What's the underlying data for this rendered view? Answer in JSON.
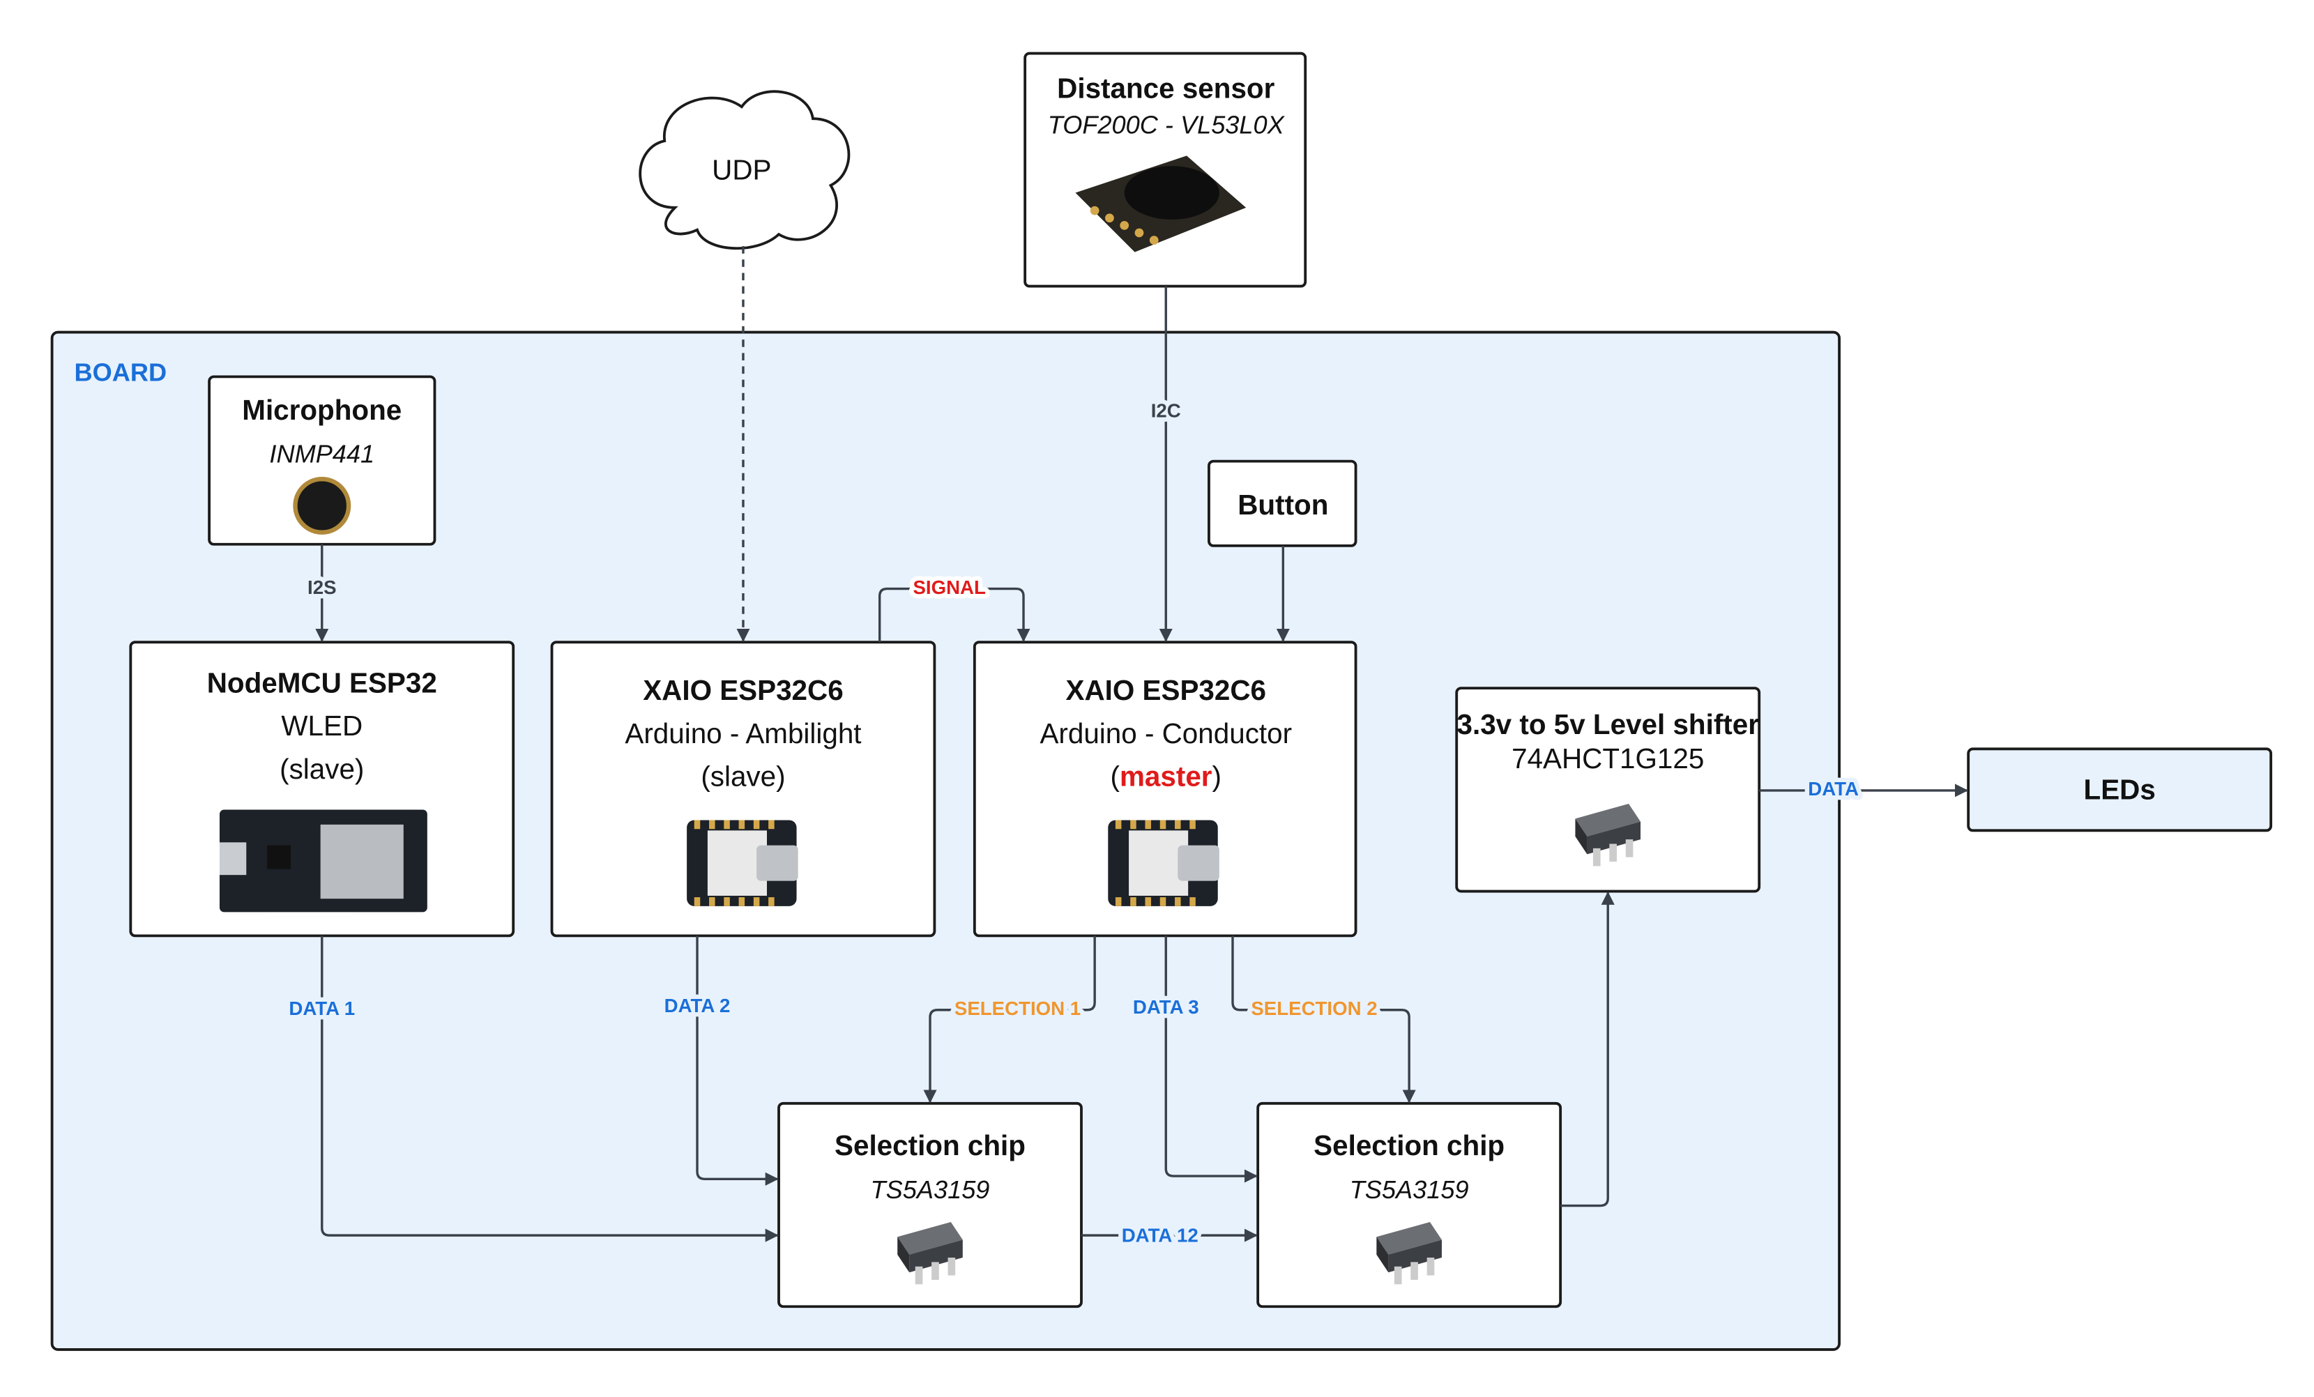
{
  "colors": {
    "board_fill": "#e8f2fd",
    "edge": "#3a414a",
    "data_label": "#1a6fd8",
    "selection_label": "#f0962e",
    "signal_label": "#e01b1b",
    "master": "#e01b1b"
  },
  "board": {
    "label": "BOARD"
  },
  "cloud": {
    "label": "UDP"
  },
  "distance_sensor": {
    "title": "Distance sensor",
    "subtitle": "TOF200C - VL53L0X"
  },
  "microphone": {
    "title": "Microphone",
    "subtitle": "INMP441"
  },
  "button": {
    "title": "Button"
  },
  "nodemcu": {
    "title": "NodeMCU ESP32",
    "line1": "WLED",
    "line2": "(slave)"
  },
  "xaio_ambilight": {
    "title": "XAIO ESP32C6",
    "line1": "Arduino - Ambilight",
    "line2": "(slave)"
  },
  "xaio_conductor": {
    "title": "XAIO ESP32C6",
    "line1": "Arduino - Conductor",
    "line2_open": "(",
    "line2_role": "master",
    "line2_close": ")"
  },
  "level_shifter": {
    "title": "3.3v to 5v Level shifter",
    "subtitle": "74AHCT1G125"
  },
  "leds": {
    "title": "LEDs"
  },
  "selection_chip_1": {
    "title": "Selection chip",
    "subtitle": "TS5A3159"
  },
  "selection_chip_2": {
    "title": "Selection chip",
    "subtitle": "TS5A3159"
  },
  "edges": {
    "i2c": "I2C",
    "i2s": "I2S",
    "signal": "SIGNAL",
    "data1": "DATA 1",
    "data2": "DATA 2",
    "data3": "DATA 3",
    "data12": "DATA 12",
    "data": "DATA",
    "selection1": "SELECTION 1",
    "selection2": "SELECTION 2"
  }
}
